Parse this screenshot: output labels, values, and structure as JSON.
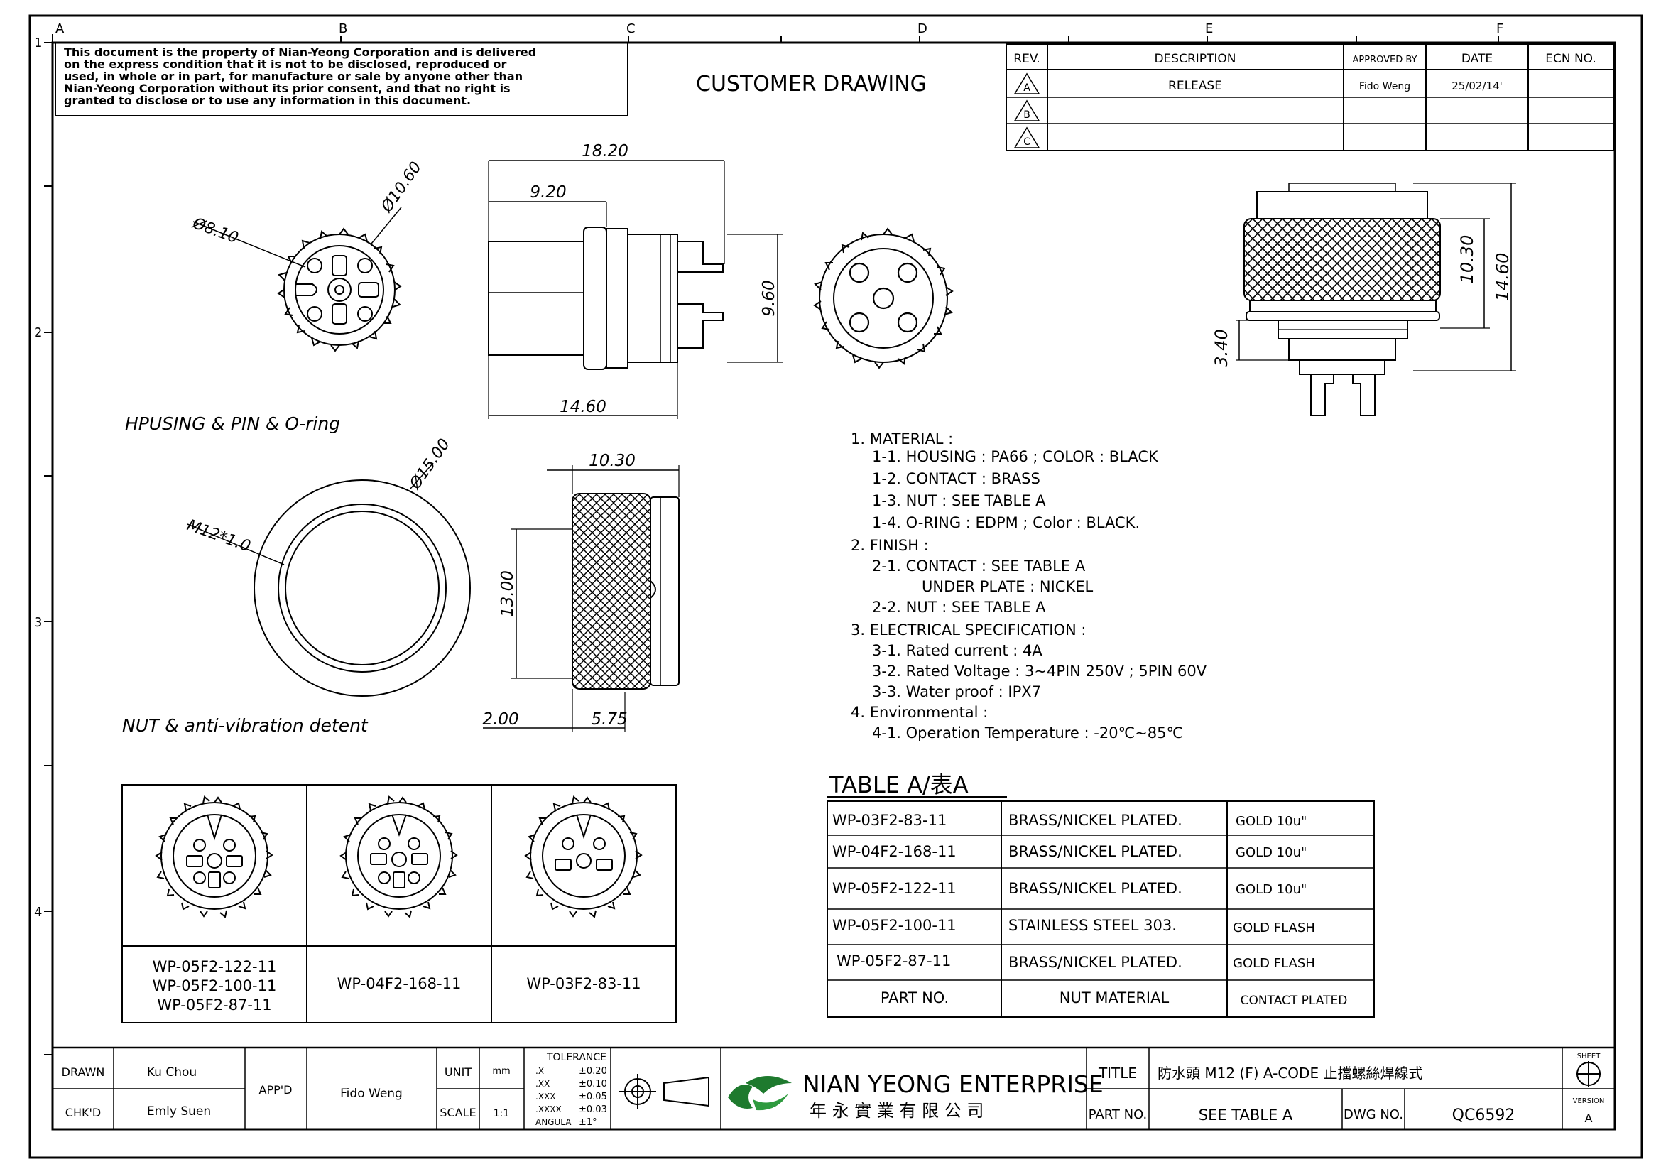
{
  "grid": {
    "columns": [
      "A",
      "B",
      "C",
      "D",
      "E",
      "F"
    ],
    "rows": [
      "1",
      "2",
      "3",
      "4"
    ]
  },
  "notice": [
    "This document is the property of Nian-Yeong Corporation and is delivered",
    "on  the  express condition that it is not to be disclosed, reproduced or",
    "used, in whole or in part, for manufacture or sale by anyone other than",
    "Nian-Yeong Corporation without  its prior consent, and that  no right  is",
    "granted to disclose or to use any information in this  document."
  ],
  "header_title": "CUSTOMER  DRAWING",
  "revision": {
    "headers": [
      "REV.",
      "DESCRIPTION",
      "APPROVED BY",
      "DATE",
      "ECN NO."
    ],
    "rows": [
      {
        "rev": "A",
        "description": "RELEASE",
        "approved": "Fido Weng",
        "date": "25/02/14'",
        "ecn": ""
      },
      {
        "rev": "B",
        "description": "",
        "approved": "",
        "date": "",
        "ecn": ""
      },
      {
        "rev": "C",
        "description": "",
        "approved": "",
        "date": "",
        "ecn": ""
      }
    ]
  },
  "dimensions": {
    "d810": "Ø8.10",
    "d1060": "Ø10.60",
    "l1820": "18.20",
    "l920": "9.20",
    "l960": "9.60",
    "l1460a": "14.60",
    "l1030a": "10.30",
    "l1460b": "14.60",
    "l340": "3.40",
    "d1500": "Ø15.00",
    "m12": "M12*1.0",
    "l1030b": "10.30",
    "l1300": "13.00",
    "l200": "2.00",
    "l575": "5.75"
  },
  "captions": {
    "housing": "HPUSING & PIN & O-ring",
    "nut": "NUT & anti-vibration detent"
  },
  "specs": [
    "1. MATERIAL :",
    "1-1. HOUSING : PA66 ; COLOR : BLACK",
    "1-2. CONTACT : BRASS",
    "1-3. NUT : SEE TABLE A",
    "1-4. O-RING : EDPM ; Color : BLACK.",
    "2. FINISH :",
    "2-1. CONTACT : SEE TABLE A",
    "UNDER PLATE : NICKEL",
    "2-2. NUT : SEE TABLE A",
    "3. ELECTRICAL SPECIFICATION :",
    "3-1. Rated current : 4A",
    "3-2. Rated Voltage : 3~4PIN 250V ; 5PIN 60V",
    "3-3. Water proof : IPX7",
    "4. Environmental :",
    "4-1. Operation Temperature : -20℃~85℃"
  ],
  "table_a": {
    "title": "TABLE  A/表A",
    "rows": [
      {
        "part": "WP-03F2-83-11",
        "nut": "BRASS/NICKEL  PLATED.",
        "contact": "GOLD  10u\""
      },
      {
        "part": "WP-04F2-168-11",
        "nut": "BRASS/NICKEL  PLATED.",
        "contact": "GOLD  10u\""
      },
      {
        "part": "WP-05F2-122-11",
        "nut": "BRASS/NICKEL  PLATED.",
        "contact": "GOLD  10u\""
      },
      {
        "part": "WP-05F2-100-11",
        "nut": "STAINLESS  STEEL  303.",
        "contact": "GOLD  FLASH"
      },
      {
        "part": "WP-05F2-87-11",
        "nut": "BRASS/NICKEL  PLATED.",
        "contact": "GOLD  FLASH"
      }
    ],
    "footer": [
      "PART  NO.",
      "NUT  MATERIAL",
      "CONTACT  PLATED"
    ]
  },
  "pin_variants": [
    {
      "labels": [
        "WP-05F2-122-11",
        "WP-05F2-100-11",
        "WP-05F2-87-11"
      ]
    },
    {
      "labels": [
        "WP-04F2-168-11"
      ]
    },
    {
      "labels": [
        "WP-03F2-83-11"
      ]
    }
  ],
  "title_block": {
    "drawn_label": "DRAWN",
    "drawn": "Ku Chou",
    "chkd_label": "CHK'D",
    "chkd": "Emly Suen",
    "appd_label": "APP'D",
    "appd": "Fido Weng",
    "unit_label": "UNIT",
    "unit": "mm",
    "scale_label": "SCALE",
    "scale": "1:1",
    "tolerance_label": "TOLERANCE",
    "tolerances": [
      {
        "k": ".X",
        "v": "±0.20"
      },
      {
        "k": ".XX",
        "v": "±0.10"
      },
      {
        "k": ".XXX",
        "v": "±0.05"
      },
      {
        "k": ".XXXX",
        "v": "±0.03"
      },
      {
        "k": "ANGULA",
        "v": "±1°"
      }
    ],
    "company_en": "NIAN YEONG ENTERPRISE",
    "company_zh": "年 永 實 業 有 限 公 司",
    "title_label": "TITLE",
    "title": "防水頭  M12  (F)  A-CODE  止擋螺絲焊線式",
    "partno_label": "PART NO.",
    "partno": "SEE  TABLE  A",
    "dwgno_label": "DWG NO.",
    "dwgno": "QC6592",
    "sheet_label": "SHEET",
    "version_label": "VERSION",
    "version": "A"
  }
}
